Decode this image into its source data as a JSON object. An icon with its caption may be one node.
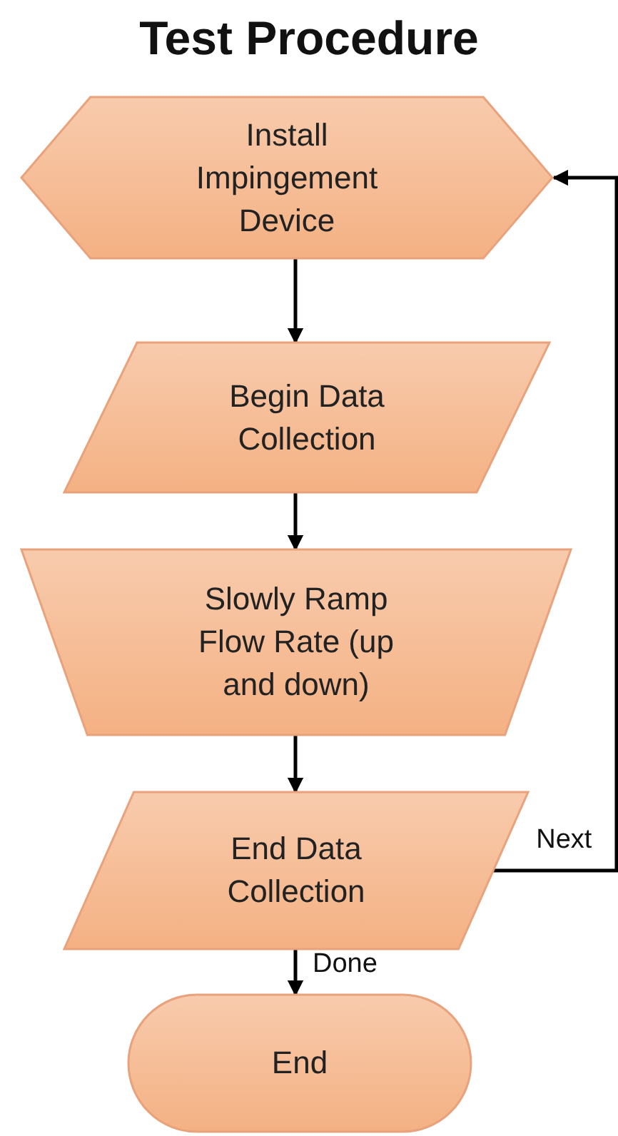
{
  "diagram": {
    "title": "Test Procedure",
    "nodes": [
      {
        "text": [
          "Install Impingement Device"
        ]
      },
      {
        "text": [
          "Begin Data Collection"
        ]
      },
      {
        "text": [
          "Slowly Ramp Flow Rate (up and down)"
        ]
      },
      {
        "text": [
          "End Data Collection"
        ]
      },
      {
        "text": [
          "End"
        ]
      }
    ],
    "edges": [
      {
        "from": 0,
        "to": 1,
        "arrow": "to"
      },
      {
        "from": 1,
        "to": 2,
        "arrow": "to"
      },
      {
        "from": 2,
        "to": 3,
        "arrow": "to"
      },
      {
        "from": 3,
        "to": 4,
        "arrow": "to",
        "label": "Done"
      },
      {
        "from": 3,
        "to": 0,
        "arrow": "to",
        "label": "Next"
      }
    ]
  }
}
